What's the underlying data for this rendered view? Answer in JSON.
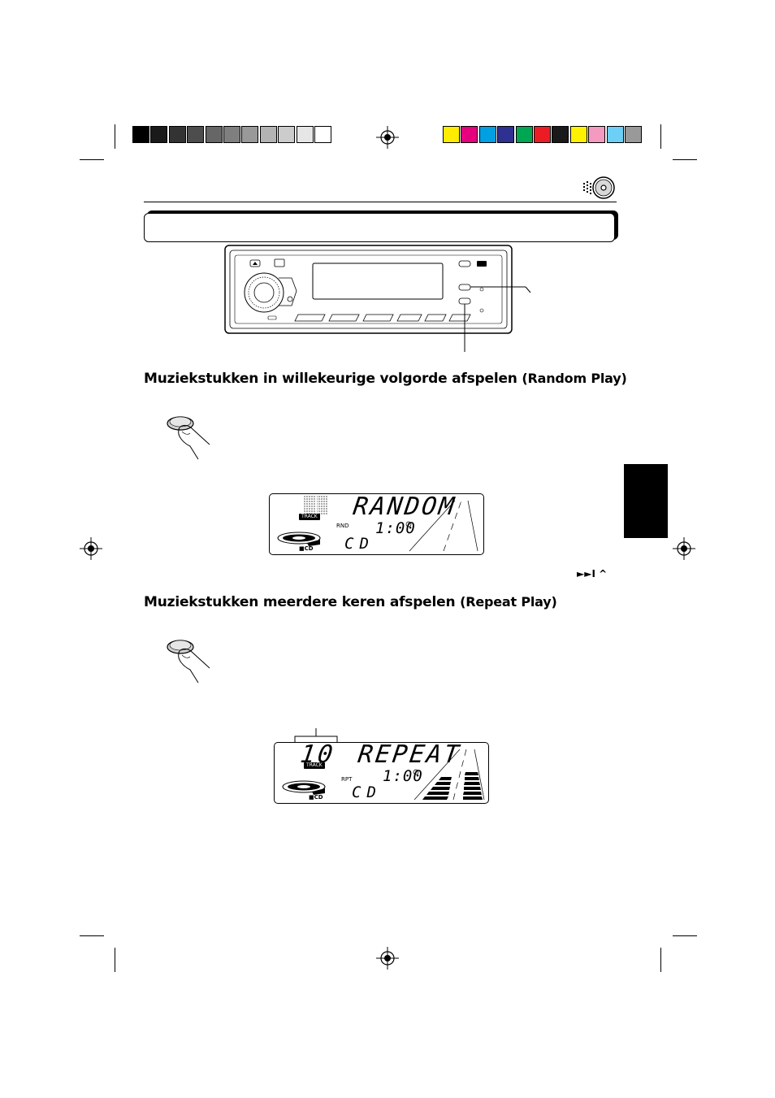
{
  "color_bar": {
    "grays": [
      "#000000",
      "#1a1a1a",
      "#333333",
      "#4d4d4d",
      "#666666",
      "#7f7f7f",
      "#999999",
      "#b3b3b3",
      "#cccccc",
      "#e6e6e6",
      "#ffffff"
    ],
    "colors": [
      "#ffec00",
      "#e6007e",
      "#00a0e3",
      "#2e3192",
      "#00a651",
      "#ed1c24",
      "#1a1a1a",
      "#fff200",
      "#f49ac1",
      "#6dcff6",
      "#999999"
    ]
  },
  "header": {
    "section_icon": "cd-disc-icon"
  },
  "radio_panel": {
    "description_icon": "car-stereo-faceplate"
  },
  "sections": [
    {
      "heading": "Muziekstukken in willekeurige volgorde afspelen",
      "heading_paren": "(Random Play)",
      "lcd": {
        "main_text": "RANDOM",
        "time": "1:00",
        "indicator": "RND",
        "source": "CD",
        "track_badge": "TRACK",
        "cd_label": "■CD"
      }
    },
    {
      "heading": "Muziekstukken meerdere keren afspelen",
      "heading_paren": "(Repeat Play)",
      "lcd": {
        "track_number": "10",
        "main_text": "REPEAT",
        "time": "1:00",
        "indicator": "RPT",
        "source": "CD",
        "track_badge": "TRACK",
        "cd_label": "■CD"
      }
    }
  ],
  "nav_continue": "►►I ^"
}
